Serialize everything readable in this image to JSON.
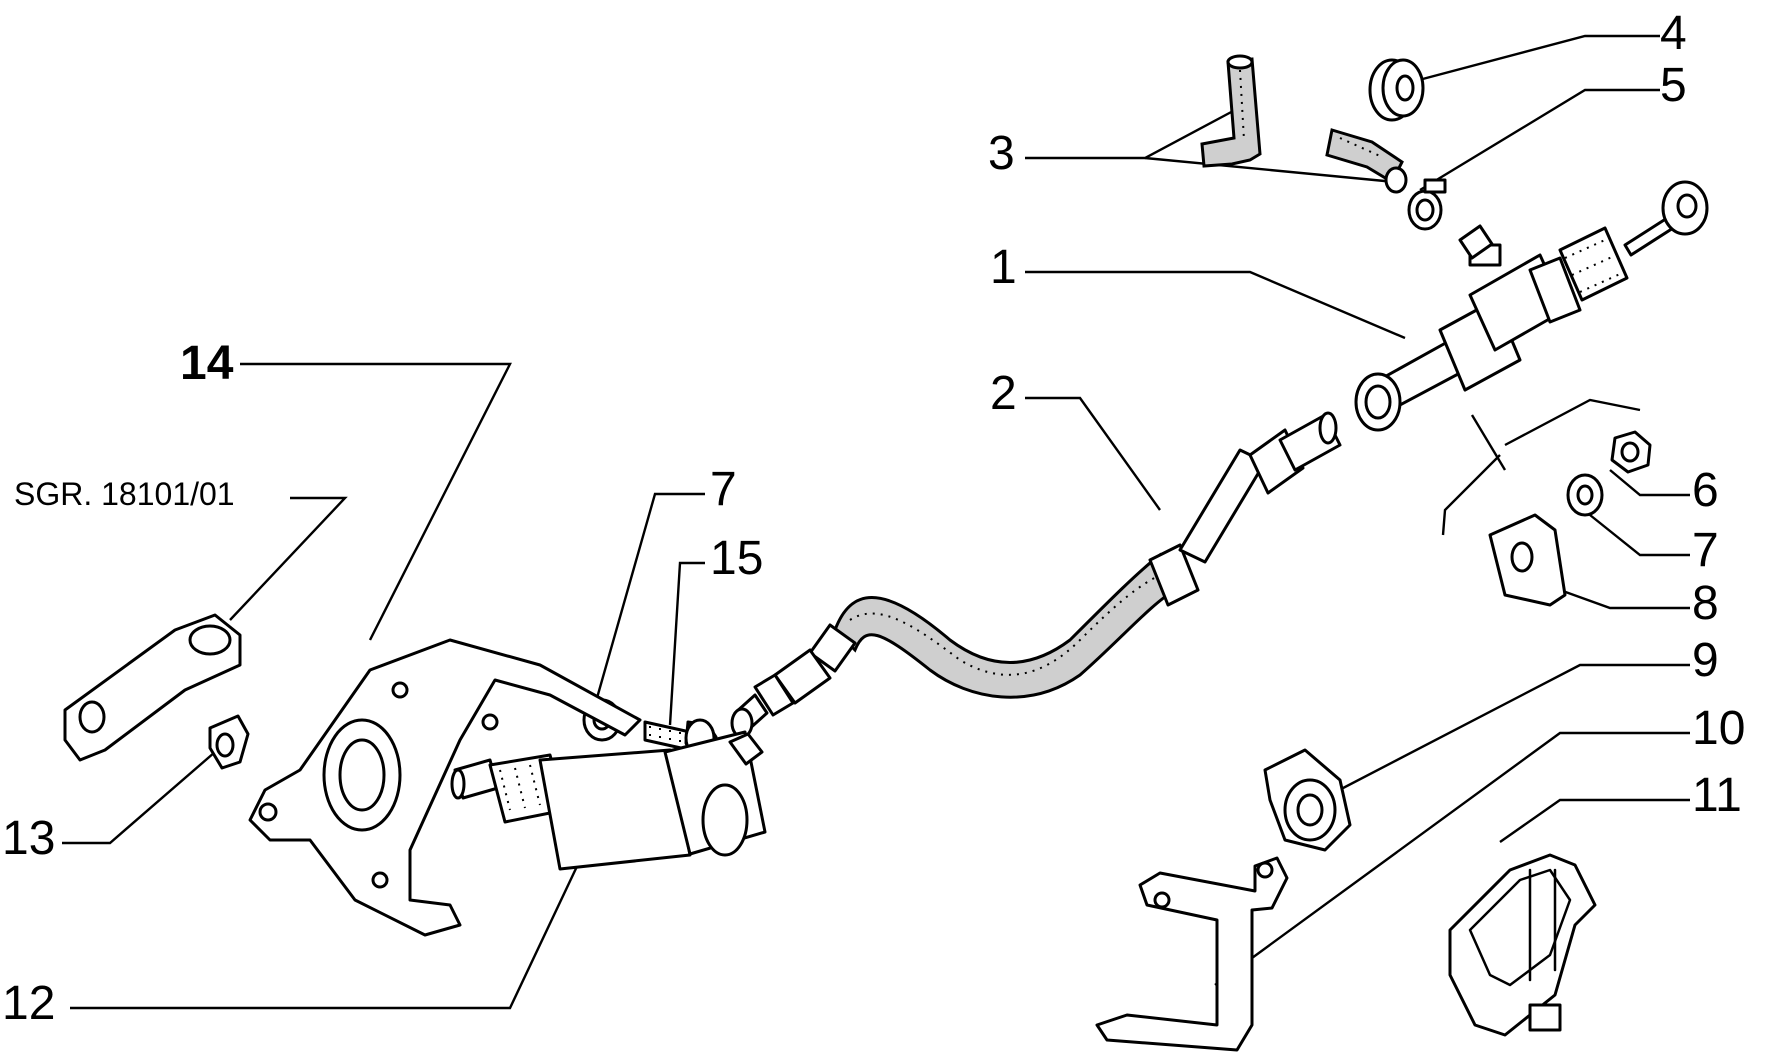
{
  "callouts": {
    "c1": "1",
    "c2": "2",
    "c3": "3",
    "c4": "4",
    "c5": "5",
    "c6": "6",
    "c7a": "7",
    "c8": "8",
    "c9": "9",
    "c10": "10",
    "c11": "11",
    "c12": "12",
    "c13": "13",
    "c14": "14",
    "c15": "15",
    "c7b": "7"
  },
  "reference": "SGR. 18101/01"
}
